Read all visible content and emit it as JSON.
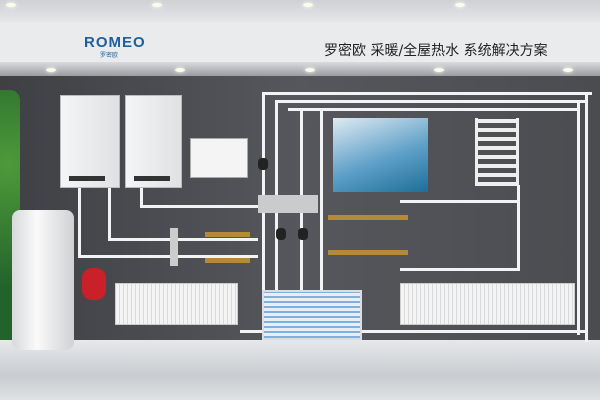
{
  "header": {
    "logo_text": "ROMEO",
    "logo_subtext": "罗密欧",
    "title": "罗密欧 采暖/全屋热水 系统解决方案"
  },
  "colors": {
    "brand": "#1f5f9a",
    "wall": "#4b4d52",
    "expansion_tank": "#c9202a"
  }
}
